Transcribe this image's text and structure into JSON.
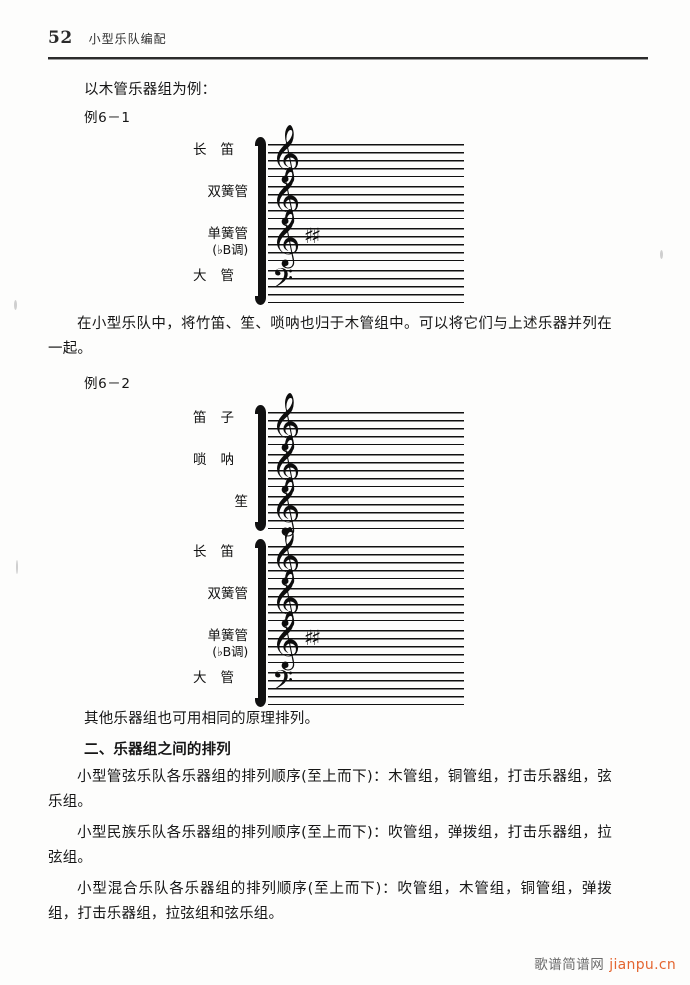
{
  "header": {
    "page_number": "52",
    "book_title": "小型乐队编配"
  },
  "content": {
    "intro_line": "以木管乐器组为例：",
    "example1_label": "例6－1",
    "paragraph_after_example1": "在小型乐队中，将竹笛、笙、唢呐也归于木管组中。可以将它们与上述乐器并列在一起。",
    "example2_label": "例6－2",
    "paragraph_after_example2": "其他乐器组也可用相同的原理排列。",
    "section_heading": "二、乐器组之间的排列",
    "paragraph_orchestral": "小型管弦乐队各乐器组的排列顺序(至上而下)：木管组，铜管组，打击乐器组，弦乐组。",
    "paragraph_folk": "小型民族乐队各乐器组的排列顺序(至上而下)：吹管组，弹拨组，打击乐器组，拉弦组。",
    "paragraph_mixed": "小型混合乐队各乐器组的排列顺序(至上而下)：吹管组，木管组，铜管组，弹拨组，打击乐器组，拉弦组和弦乐组。"
  },
  "example1": {
    "staves": [
      {
        "label": "长笛",
        "label_line2": "",
        "clef": "treble-clef",
        "clef_glyph": "𝄞",
        "keysig": ""
      },
      {
        "label": "双簧管",
        "label_line2": "",
        "clef": "treble-clef",
        "clef_glyph": "𝄞",
        "keysig": ""
      },
      {
        "label": "单簧管",
        "label_line2": "(♭B调)",
        "clef": "treble-clef",
        "clef_glyph": "𝄞",
        "keysig": "♯♯"
      },
      {
        "label": "大管",
        "label_line2": "",
        "clef": "bass-clef",
        "clef_glyph": "𝄢",
        "keysig": ""
      }
    ]
  },
  "example2": {
    "group1": {
      "staves": [
        {
          "label": "笛子",
          "label_line2": "",
          "clef": "treble-clef",
          "clef_glyph": "𝄞",
          "keysig": ""
        },
        {
          "label": "唢呐",
          "label_line2": "",
          "clef": "treble-clef",
          "clef_glyph": "𝄞",
          "keysig": ""
        },
        {
          "label": "笙",
          "label_line2": "",
          "clef": "treble-clef",
          "clef_glyph": "𝄞",
          "keysig": ""
        }
      ]
    },
    "group2": {
      "staves": [
        {
          "label": "长笛",
          "label_line2": "",
          "clef": "treble-clef",
          "clef_glyph": "𝄞",
          "keysig": ""
        },
        {
          "label": "双簧管",
          "label_line2": "",
          "clef": "treble-clef",
          "clef_glyph": "𝄞",
          "keysig": ""
        },
        {
          "label": "单簧管",
          "label_line2": "(♭B调)",
          "clef": "treble-clef",
          "clef_glyph": "𝄞",
          "keysig": "♯♯"
        },
        {
          "label": "大管",
          "label_line2": "",
          "clef": "bass-clef",
          "clef_glyph": "𝄢",
          "keysig": ""
        }
      ]
    }
  },
  "watermark": {
    "site_name": "歌谱简谱网",
    "url": "jianpu.cn",
    "url_color": "#e2591f"
  }
}
